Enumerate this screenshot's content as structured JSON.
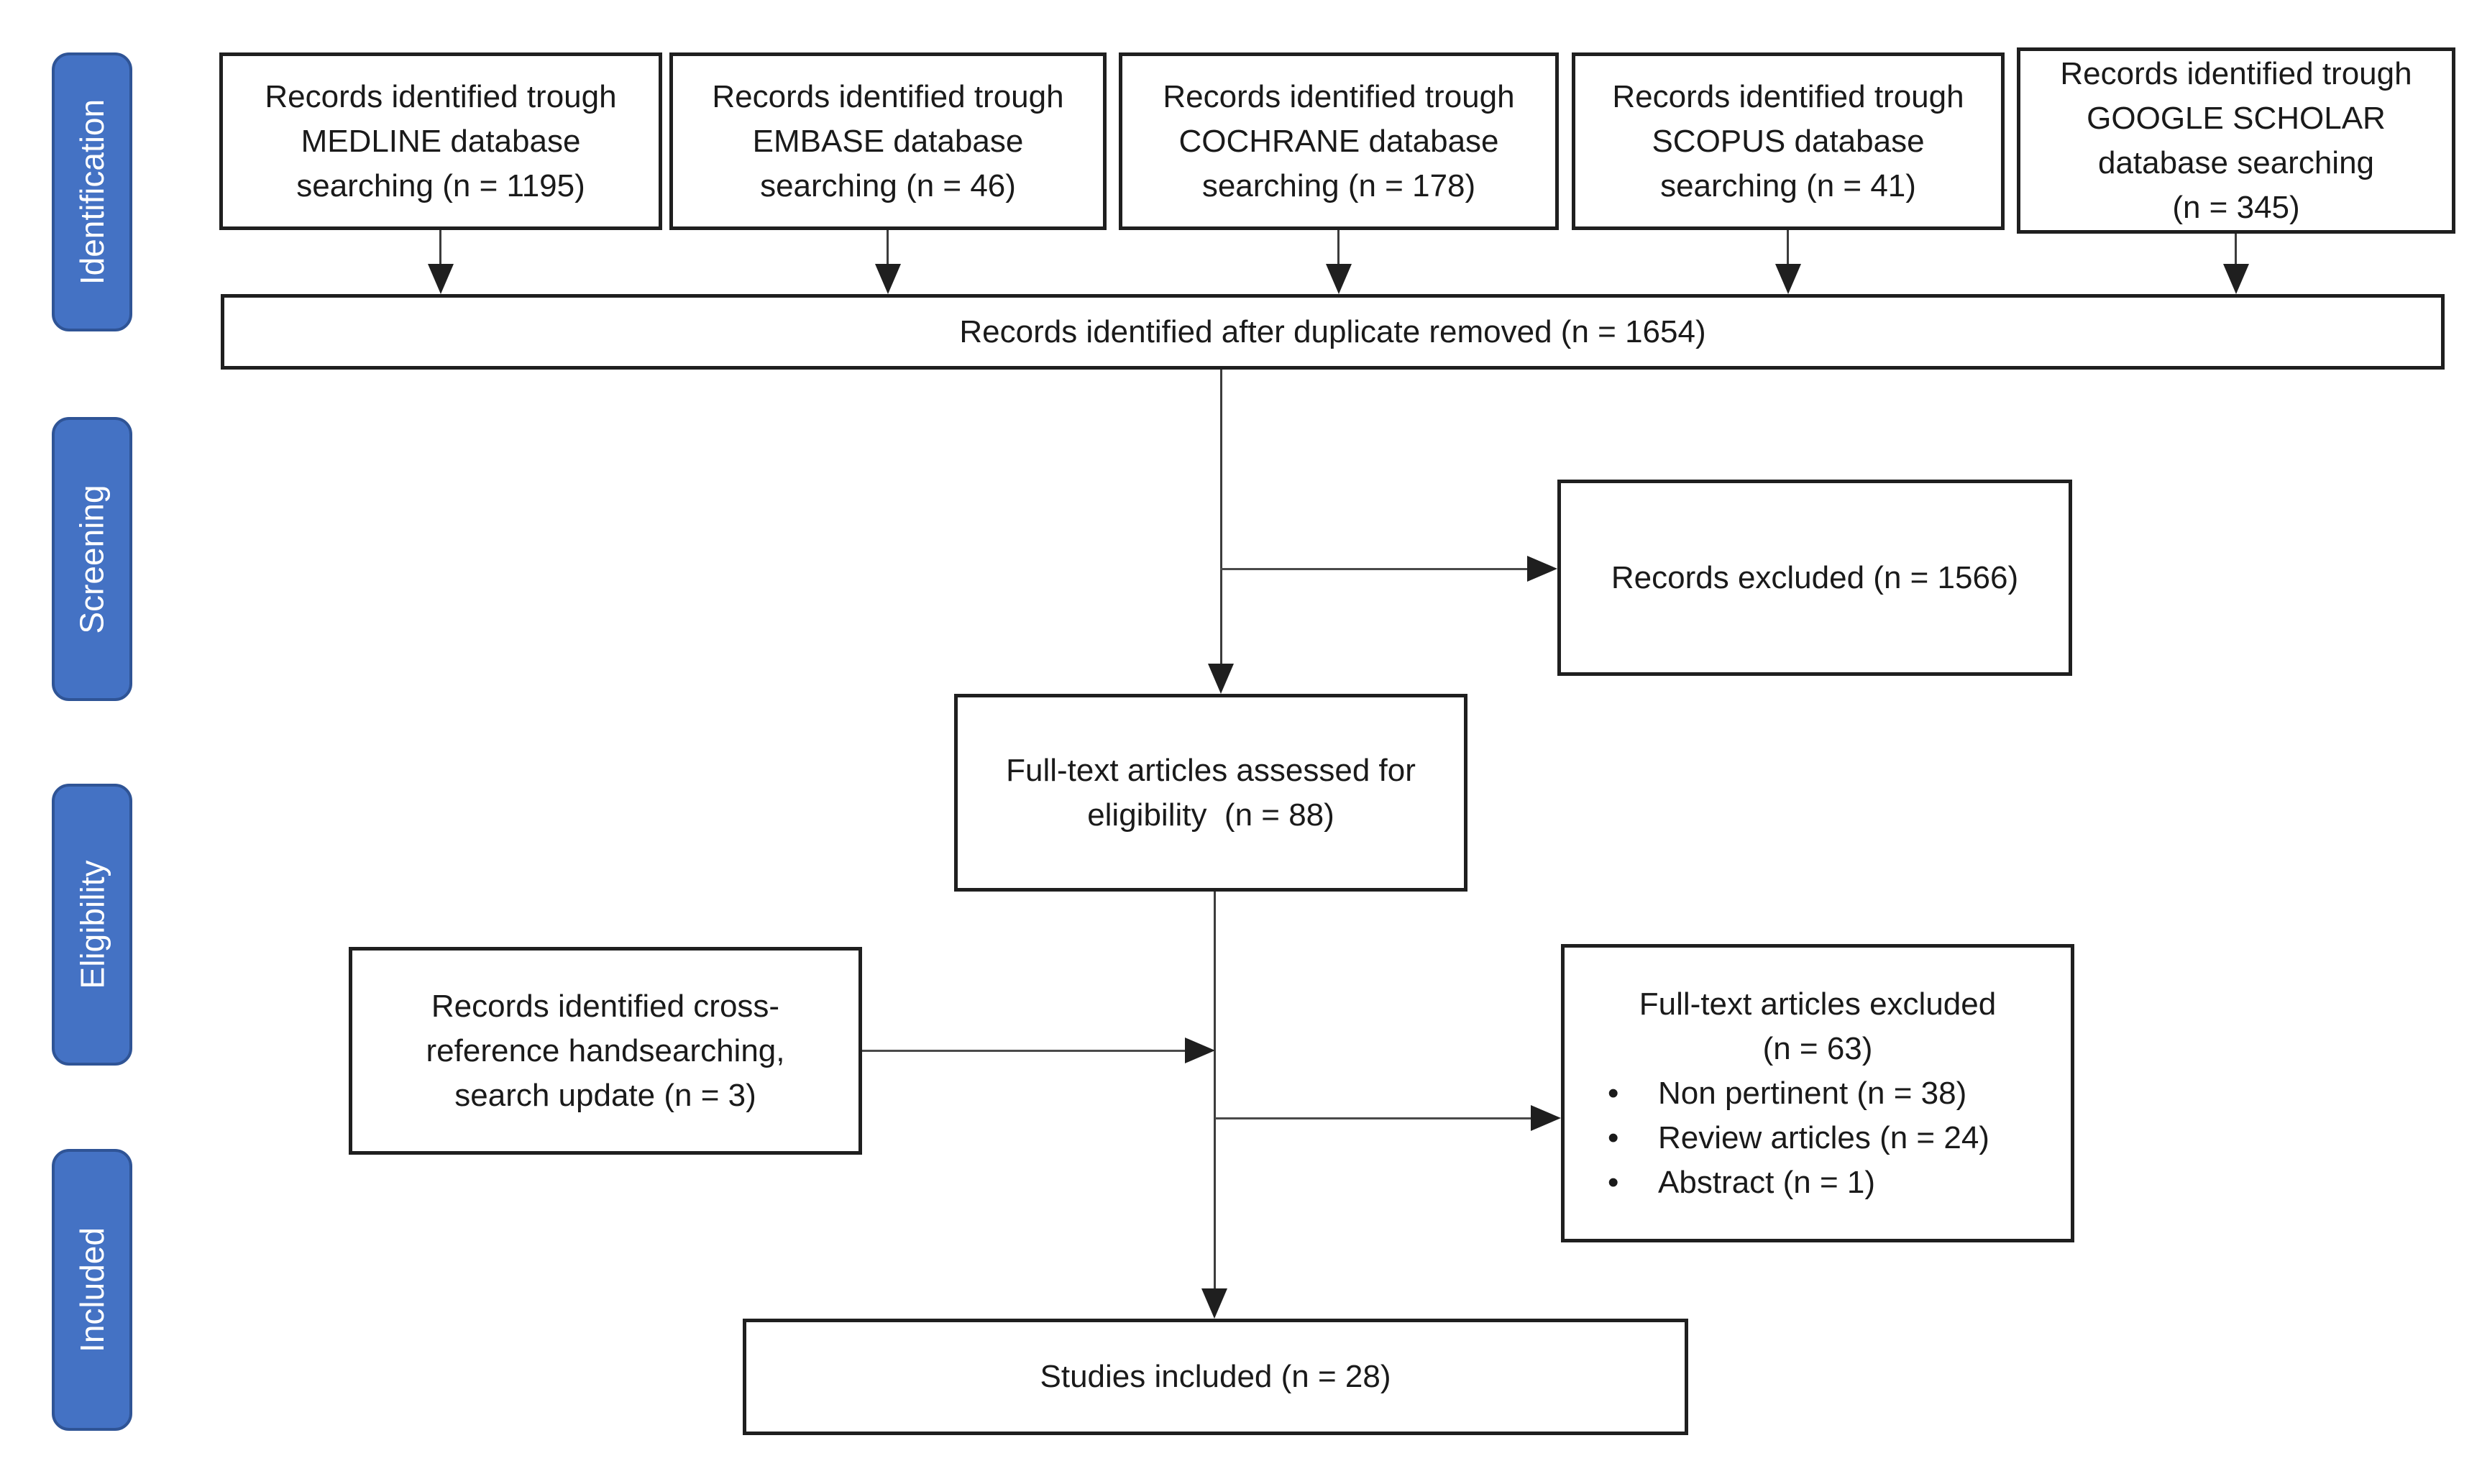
{
  "colors": {
    "stage_fill": "#4472C4",
    "stage_border": "#2F5496",
    "box_border": "#1F1F1F",
    "arrow": "#3C3C3C",
    "text": "#1A1A1A",
    "stage_text": "#FFFFFF"
  },
  "glyphs": {
    "bullet": "•"
  },
  "diagram": {
    "stages": [
      {
        "label": "Identification"
      },
      {
        "label": "Screening"
      },
      {
        "label": "Eligibility"
      },
      {
        "label": "Included"
      }
    ],
    "sources": [
      {
        "lines": [
          "Records identified trough",
          "MEDLINE database",
          "searching (n = 1195)"
        ]
      },
      {
        "lines": [
          "Records identified trough",
          "EMBASE database",
          "searching (n = 46)"
        ]
      },
      {
        "lines": [
          "Records identified trough",
          "COCHRANE database",
          "searching (n = 178)"
        ]
      },
      {
        "lines": [
          "Records identified trough",
          "SCOPUS database",
          "searching (n = 41)"
        ]
      },
      {
        "lines": [
          "Records identified trough",
          "GOOGLE SCHOLAR",
          "database searching",
          "(n = 345)"
        ]
      }
    ],
    "deduplicated": {
      "label": "Records identified after duplicate removed (n = 1654)"
    },
    "records_excluded": {
      "label": "Records excluded (n = 1566)"
    },
    "fulltext_assessed": {
      "lines": [
        "Full-text articles assessed for",
        "eligibility  (n = 88)"
      ]
    },
    "crossref": {
      "lines": [
        "Records identified cross-",
        "reference handsearching,",
        "search update (n = 3)"
      ]
    },
    "fulltext_excluded": {
      "title_lines": [
        "Full-text articles excluded",
        "(n = 63)"
      ],
      "bullets": [
        "Non pertinent (n = 38)",
        "Review articles (n = 24)",
        "Abstract (n = 1)"
      ]
    },
    "studies_included": {
      "label": "Studies included (n = 28)"
    }
  }
}
